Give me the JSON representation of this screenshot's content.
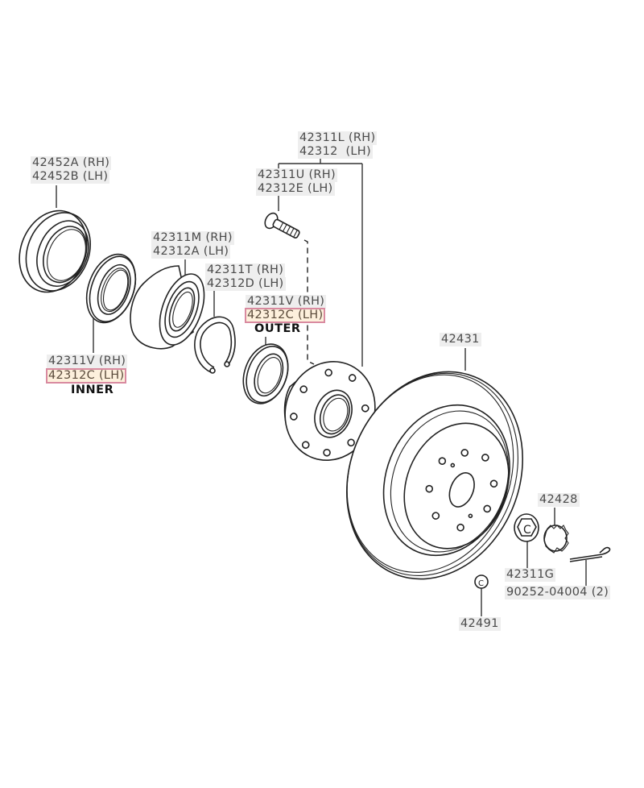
{
  "diagram": {
    "title": "Front Axle Hub & Disc Parts Diagram",
    "callouts": [
      {
        "id": "seal-outer-cover",
        "lines": [
          "42452A (RH)",
          "42452B (LH)"
        ],
        "highlight": false
      },
      {
        "id": "hub-bolt-group",
        "lines": [
          "42311L (RH)",
          "42312  (LH)"
        ],
        "highlight": false
      },
      {
        "id": "hub-bolt",
        "lines": [
          "42311U (RH)",
          "42312E (LH)"
        ],
        "highlight": false
      },
      {
        "id": "hub-bearing",
        "lines": [
          "42311M (RH)",
          "42312A (LH)"
        ],
        "highlight": false
      },
      {
        "id": "snap-ring",
        "lines": [
          "42311T (RH)",
          "42312D (LH)"
        ],
        "highlight": false
      },
      {
        "id": "oil-seal-outer",
        "lines": [
          "42311V (RH)",
          "42312C (LH)"
        ],
        "highlight_line": 1,
        "note": "OUTER"
      },
      {
        "id": "oil-seal-inner",
        "lines": [
          "42311V (RH)",
          "42312C (LH)"
        ],
        "highlight_line": 1,
        "note": "INNER"
      },
      {
        "id": "disc",
        "lines": [
          "42431"
        ]
      },
      {
        "id": "lock-cap",
        "lines": [
          "42428"
        ]
      },
      {
        "id": "hub-nut",
        "lines": [
          "42311G"
        ]
      },
      {
        "id": "cotter-pin",
        "lines": [
          "90252-04004 (2)"
        ]
      },
      {
        "id": "grease-cap",
        "lines": [
          "42491"
        ]
      }
    ]
  },
  "labels": {
    "l42452a": "42452A (RH)",
    "l42452b": "42452B (LH)",
    "l42311l": "42311L (RH)",
    "l42312": "42312  (LH)",
    "l42311u": "42311U (RH)",
    "l42312e": "42312E (LH)",
    "l42311m": "42311M (RH)",
    "l42312a": "42312A (LH)",
    "l42311t": "42311T (RH)",
    "l42312d": "42312D (LH)",
    "l42311v_outer": "42311V (RH)",
    "l42312c_outer": "42312C (LH)",
    "note_outer": "OUTER",
    "l42311v_inner": "42311V (RH)",
    "l42312c_inner": "42312C (LH)",
    "note_inner": "INNER",
    "l42431": "42431",
    "l42428": "42428",
    "l42311g": "42311G",
    "l90252": "90252-04004 (2)",
    "l42491": "42491"
  },
  "colors": {
    "label_bg": "#eeeeee",
    "highlight_bg": "#fdf0dc",
    "highlight_border": "#d98aa0",
    "line": "#222222"
  }
}
